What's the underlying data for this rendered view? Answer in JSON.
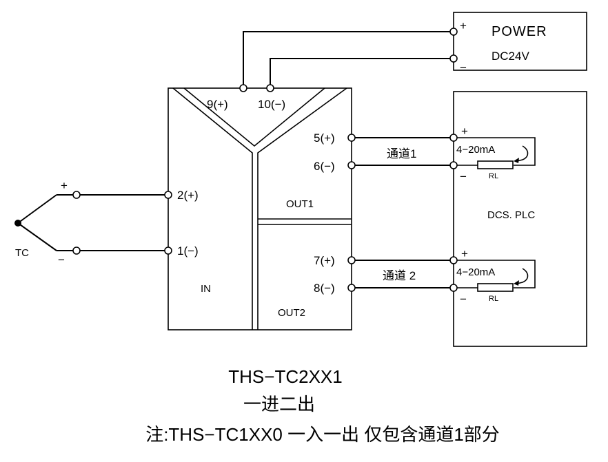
{
  "power": {
    "plus": "+",
    "minus": "−",
    "title": "POWER",
    "voltage": "DC24V"
  },
  "module": {
    "power_terminals": [
      "9(+)",
      "10(−)"
    ],
    "input_terminals": [
      "2(+)",
      "1(−)"
    ],
    "input_label": "IN",
    "out1": {
      "label": "OUT1",
      "terminals": [
        "5(+)",
        "6(−)"
      ]
    },
    "out2": {
      "label": "OUT2",
      "terminals": [
        "7(+)",
        "8(−)"
      ]
    }
  },
  "sensor": {
    "label": "TC",
    "plus": "+",
    "minus": "−"
  },
  "channels": [
    {
      "label": "通道1",
      "current": "4−20mA",
      "load": "RL",
      "plus": "+",
      "minus": "−"
    },
    {
      "label": "通道 2",
      "current": "4−20mA",
      "load": "RL",
      "plus": "+",
      "minus": "−"
    }
  ],
  "receiver": {
    "label": "DCS. PLC"
  },
  "caption": {
    "model": "THS−TC2XX1",
    "subtitle": "一进二出",
    "note": "注:THS−TC1XX0 一入一出 仅包含通道1部分"
  }
}
